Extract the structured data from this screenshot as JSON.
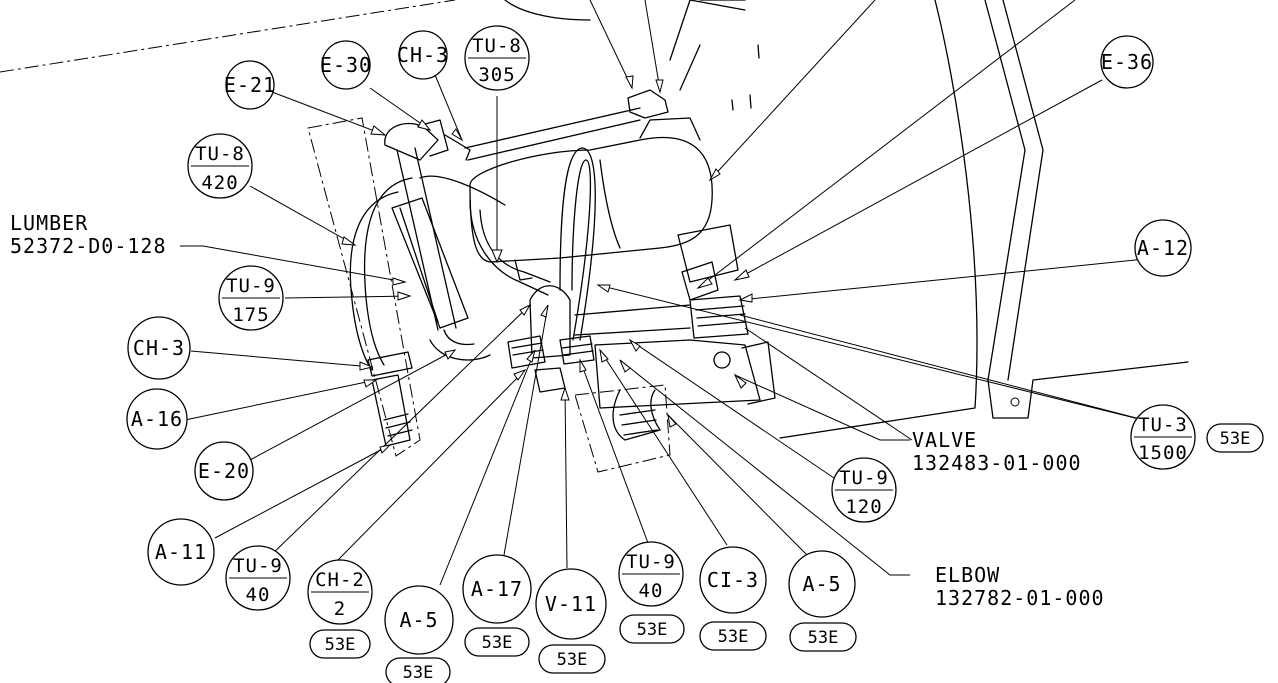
{
  "balloons": {
    "e21": "E-21",
    "e30": "E-30",
    "ch3_top": "CH-3",
    "tu8_305_top": "TU-8",
    "tu8_305_bottom": "305",
    "e36": "E-36",
    "tu8_420_top": "TU-8",
    "tu8_420_bottom": "420",
    "a12": "A-12",
    "tu9_175_top": "TU-9",
    "tu9_175_bottom": "175",
    "ch3_left": "CH-3",
    "a16": "A-16",
    "e20": "E-20",
    "tu3_top": "TU-3",
    "tu3_bottom": "1500",
    "tu9_120_top": "TU-9",
    "tu9_120_bottom": "120",
    "a11": "A-11",
    "tu9_40a_top": "TU-9",
    "tu9_40a_bottom": "40",
    "ch2_top": "CH-2",
    "ch2_bottom": "2",
    "a5_left": "A-5",
    "a17": "A-17",
    "v11": "V-11",
    "tu9_40b_top": "TU-9",
    "tu9_40b_bottom": "40",
    "ci3": "CI-3",
    "a5_right": "A-5"
  },
  "tags": {
    "tu3": "53E",
    "ch2": "53E",
    "a5_left": "53E",
    "a17": "53E",
    "v11": "53E",
    "tu9_40b": "53E",
    "ci3": "53E",
    "a5_right": "53E"
  },
  "callouts": {
    "lumber_name": "LUMBER",
    "lumber_part": "52372-D0-128",
    "valve_name": "VALVE",
    "valve_part": "132483-01-000",
    "elbow_name": "ELBOW",
    "elbow_part": "132782-01-000"
  }
}
